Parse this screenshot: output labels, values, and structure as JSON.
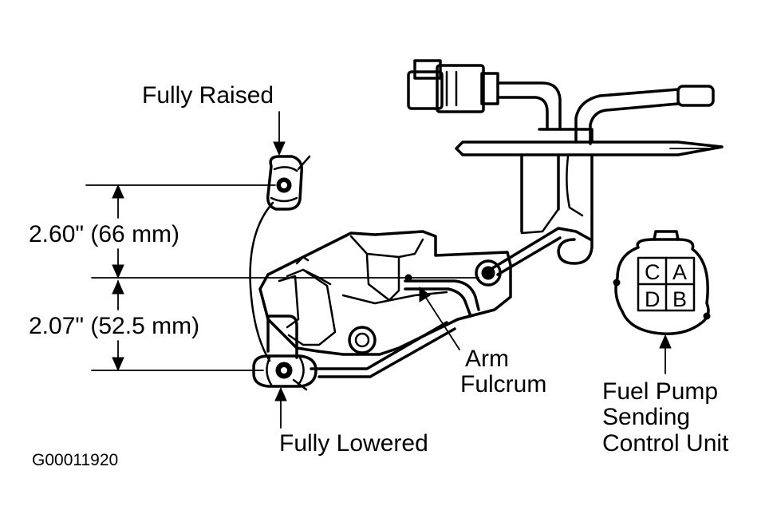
{
  "labels": {
    "fully_raised": "Fully Raised",
    "fully_lowered": "Fully Lowered",
    "upper_dimension": "2.60\" (66 mm)",
    "lower_dimension": "2.07\" (52.5 mm)",
    "arm_fulcrum_line1": "Arm",
    "arm_fulcrum_line2": "Fulcrum",
    "unit_line1": "Fuel Pump",
    "unit_line2": "Sending",
    "unit_line3": "Control Unit",
    "figure_id": "G00011920"
  },
  "connector_pins": [
    "C",
    "A",
    "D",
    "B"
  ],
  "colors": {
    "ink": "#000000",
    "background": "#ffffff"
  }
}
